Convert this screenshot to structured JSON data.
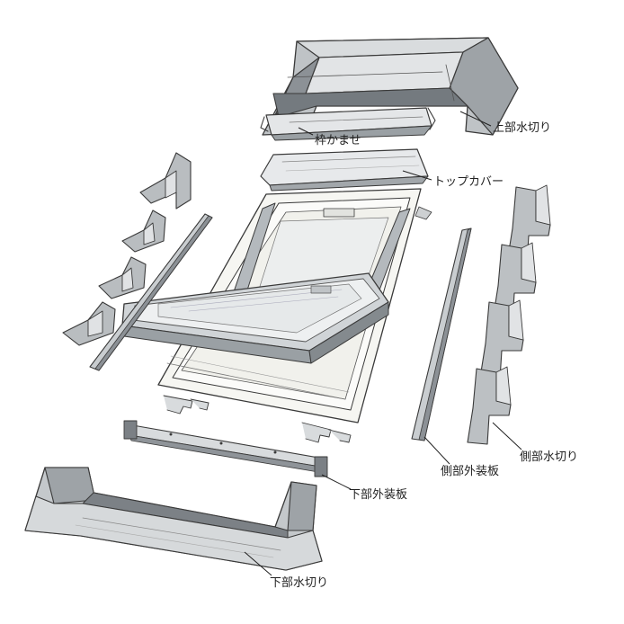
{
  "labels": {
    "top_flashing": "上部水切り",
    "frame_flashing": "枠かませ",
    "top_cover": "トップカバー",
    "side_flashing": "側部水切り",
    "side_cladding": "側部外装板",
    "bottom_cladding": "下部外装板",
    "bottom_flashing": "下部水切り"
  },
  "colors": {
    "outline": "#3a3a3a",
    "metal_light": "#d4d8db",
    "metal_mid": "#a9aeb2",
    "metal_dark": "#6f7479",
    "frame_white": "#f6f6f2",
    "glass": "#e9eced"
  }
}
